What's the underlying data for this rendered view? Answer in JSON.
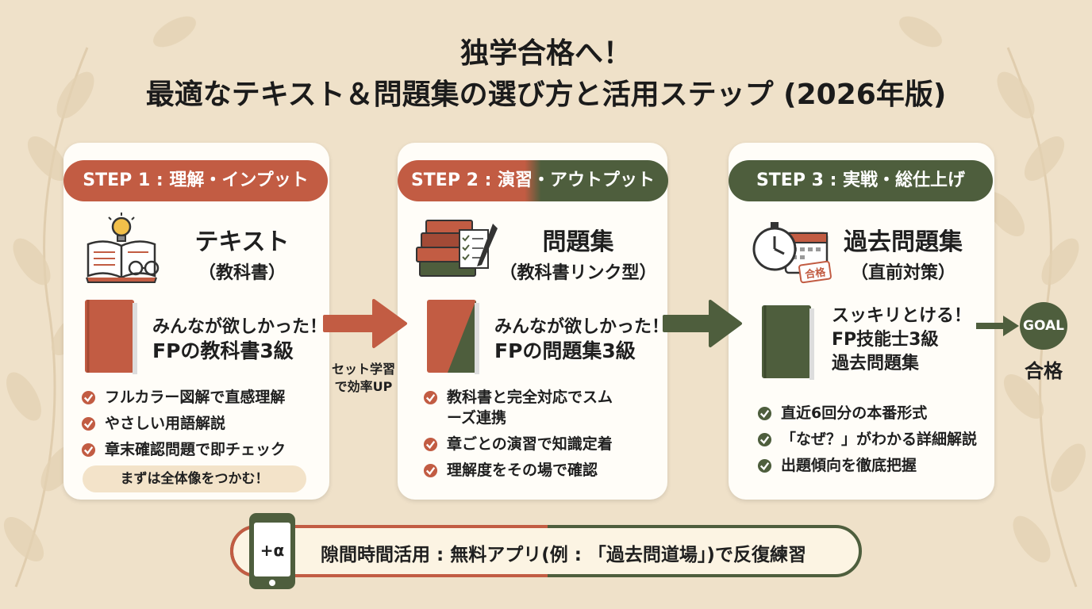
{
  "title": {
    "line1": "独学合格へ！",
    "line2": "最適なテキスト＆問題集の選び方と活用ステップ (2026年版)"
  },
  "colors": {
    "terracotta": "#c25c43",
    "olive": "#4e5e3d",
    "background": "#efe1c9",
    "card": "#fffdf8"
  },
  "steps": [
    {
      "label": "STEP 1 : 理解・インプット",
      "icon": "open-book-lightbulb-glasses-icon",
      "category": "テキスト",
      "category_sub": "（教科書）",
      "book_line1": "みんなが欲しかった！",
      "book_line2": "FPの教科書3級",
      "features": [
        "フルカラー図解で直感理解",
        "やさしい用語解説",
        "章末確認問題で即チェック"
      ],
      "note": "まずは全体像をつかむ！"
    },
    {
      "label": "STEP 2 : 演習・アウトプット",
      "icon": "book-stack-checklist-pencil-icon",
      "category": "問題集",
      "category_sub": "（教科書リンク型）",
      "book_line1": "みんなが欲しかった！",
      "book_line2": "FPの問題集3級",
      "features": [
        "教科書と完全対応でスムーズ連携",
        "章ごとの演習で知識定着",
        "理解度をその場で確認"
      ]
    },
    {
      "label": "STEP 3 : 実戦・総仕上げ",
      "icon": "stopwatch-calendar-icon",
      "icon_stamp": "合格",
      "category": "過去問題集",
      "category_sub": "（直前対策）",
      "book_line1": "スッキリとける！",
      "book_line2": "FP技能士3級",
      "book_line3": "過去問題集",
      "features": [
        "直近6回分の本番形式",
        "「なぜ？」がわかる詳細解説",
        "出題傾向を徹底把握"
      ]
    }
  ],
  "connector_note_line1": "セット学習",
  "connector_note_line2": "で効率UP",
  "goal": {
    "badge": "GOAL",
    "label": "合格"
  },
  "bottom": {
    "phone_label": "+α",
    "text": "隙間時間活用 : 無料アプリ(例 : 「過去問道場」)で反復練習"
  }
}
